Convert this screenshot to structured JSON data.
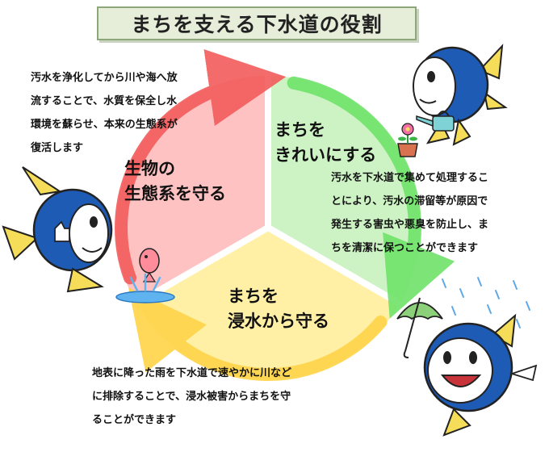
{
  "title": "まちを支える下水道の役割",
  "segments": {
    "clean": {
      "label_lines": [
        "まちを",
        "きれいにする"
      ],
      "color": "#cdf2c4",
      "arrow": "#6fe36a"
    },
    "ecosystem": {
      "label_lines": [
        "生物の",
        "生態系を守る"
      ],
      "color": "#ffc2c2",
      "arrow": "#f35b5b"
    },
    "flood": {
      "label_lines": [
        "まちを",
        "浸水から守る"
      ],
      "color": "#fff0a6",
      "arrow": "#ffd448"
    }
  },
  "descriptions": {
    "ecosystem": [
      "汚水を浄化してから川や海へ放",
      "流することで、水質を保全し水",
      "環境を蘇らせ、本来の生態系が",
      "復活します"
    ],
    "clean": [
      "汚水を下水道で集めて処理するこ",
      "とにより、汚水の滞留等が原因で",
      "発生する害虫や悪臭を防止し、ま",
      "ちを清潔に保つことができます"
    ],
    "flood": [
      "地表に降った雨を下水道で速やかに川など",
      "に排除することで、浸水被害からまちを守",
      "ることができます"
    ]
  },
  "colors": {
    "fish_body": "#1e5bb5",
    "fish_face": "#ffffff",
    "fin": "#f5dd5a",
    "outline": "#222222"
  }
}
